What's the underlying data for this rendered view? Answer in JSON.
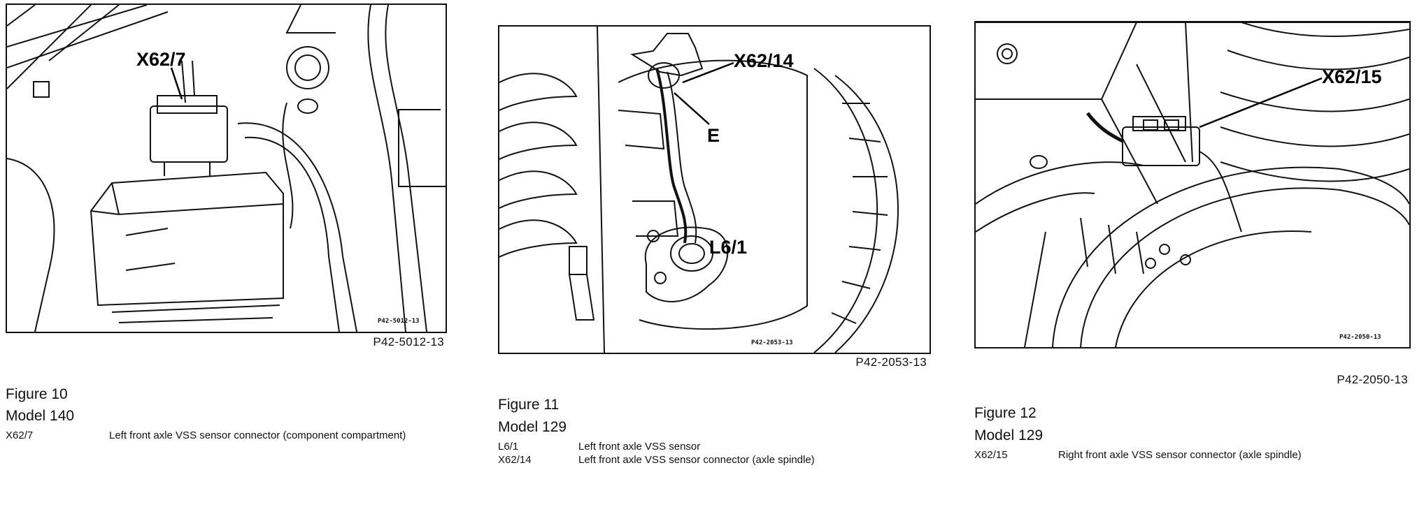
{
  "figures": [
    {
      "inner_code": "P42-5012-13",
      "ref_code": "P42-5012-13",
      "callouts": [
        "X62/7"
      ],
      "caption": "Figure 10",
      "model": "Model 140",
      "legend": [
        {
          "code": "X62/7",
          "desc": "Left front axle VSS sensor connector (component compartment)"
        }
      ]
    },
    {
      "inner_code": "P42-2053-13",
      "ref_code": "P42-2053-13",
      "callouts": [
        "X62/14",
        "E",
        "L6/1"
      ],
      "caption": "Figure 11",
      "model": "Model 129",
      "legend": [
        {
          "code": "L6/1",
          "desc": "Left front axle VSS sensor"
        },
        {
          "code": "X62/14",
          "desc": "Left front axle VSS sensor connector (axle spindle)"
        }
      ]
    },
    {
      "inner_code": "P42-2050-13",
      "ref_code": "P42-2050-13",
      "callouts": [
        "X62/15"
      ],
      "caption": "Figure 12",
      "model": "Model 129",
      "legend": [
        {
          "code": "X62/15",
          "desc": "Right front axle VSS sensor connector (axle spindle)"
        }
      ]
    }
  ]
}
